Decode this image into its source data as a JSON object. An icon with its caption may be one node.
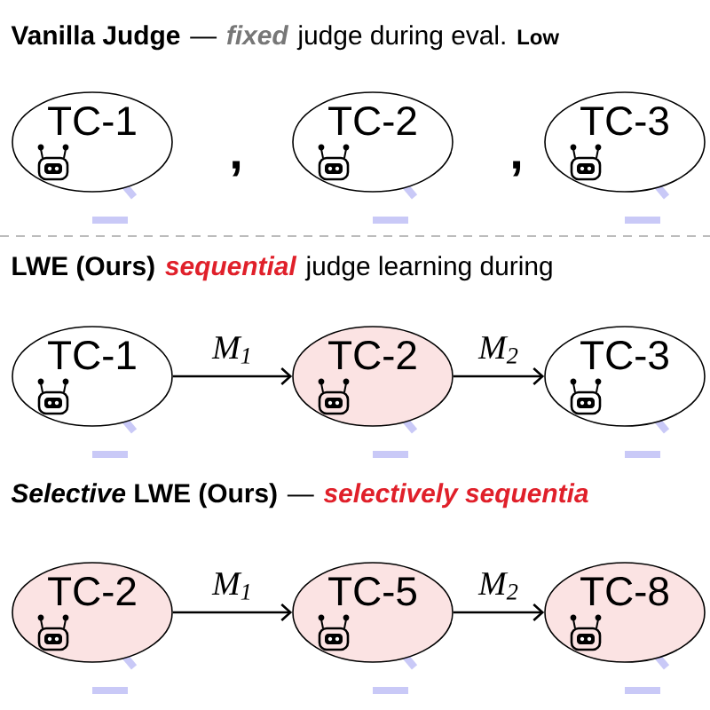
{
  "diagram": {
    "nodes": [
      {
        "text": [
          "TC-1"
        ]
      },
      {
        "text": [
          "TC-2"
        ]
      },
      {
        "text": [
          "TC-3"
        ]
      },
      {
        "text": [
          "TC-1"
        ]
      },
      {
        "text": [
          "TC-2"
        ]
      },
      {
        "text": [
          "TC-3"
        ]
      },
      {
        "text": [
          "TC-2"
        ]
      },
      {
        "text": [
          "TC-5"
        ]
      },
      {
        "text": [
          "TC-8"
        ]
      }
    ],
    "edges": [
      {
        "from": 3,
        "to": 4,
        "arrow": "to",
        "label": "M$_{1}$"
      },
      {
        "from": 4,
        "to": 5,
        "arrow": "to",
        "label": "M$_{2}$"
      },
      {
        "from": 6,
        "to": 7,
        "arrow": "to",
        "label": "M$_{1}$"
      },
      {
        "from": 7,
        "to": 8,
        "arrow": "to",
        "label": "M$_{2}$"
      }
    ],
    "labels": [
      "Vanilla Judge",
      "—",
      "fixed",
      "judge during eval.",
      "Low",
      ",",
      ",",
      "LWE (Ours)",
      "sequential",
      "judge learning during",
      "*Selective* LWE (Ours)",
      "—",
      "selectively sequentia"
    ]
  }
}
